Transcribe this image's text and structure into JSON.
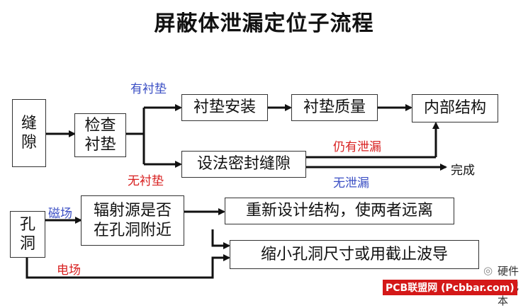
{
  "title": "屏蔽体泄漏定位子流程",
  "boxes": {
    "seam": "缝\n隙",
    "check_gasket": "检查\n衬垫",
    "gasket_install": "衬垫安装",
    "gasket_quality": "衬垫质量",
    "internal_structure": "内部结构",
    "seal_seam": "设法密封缝隙",
    "hole": "孔\n洞",
    "radiation_near_hole": "辐射源是否\n在孔洞附近",
    "redesign": "重新设计结构，使两者远离",
    "shrink_hole": "缩小孔洞尺寸或用截止波导"
  },
  "labels": {
    "has_gasket": "有衬垫",
    "no_gasket": "无衬垫",
    "still_leak": "仍有泄漏",
    "no_leak": "无泄漏",
    "done": "完成",
    "magnetic": "磁场",
    "electric": "电场"
  },
  "watermark": {
    "brand": "硬件笔记本",
    "site": "PCB联盟网 (Pcbbar.com)"
  },
  "colors": {
    "blue": "#3b4fc4",
    "red": "#d82020"
  }
}
